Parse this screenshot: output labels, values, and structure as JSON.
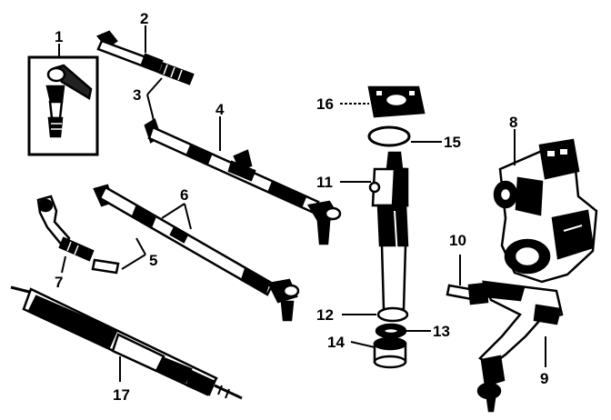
{
  "callouts": {
    "c1": "1",
    "c2": "2",
    "c3": "3",
    "c4": "4",
    "c5": "5",
    "c6": "6",
    "c7": "7",
    "c8": "8",
    "c9": "9",
    "c10": "10",
    "c11": "11",
    "c12": "12",
    "c13": "13",
    "c14": "14",
    "c15": "15",
    "c16": "16",
    "c17": "17"
  },
  "colors": {
    "ink": "#000000",
    "paper": "#ffffff"
  }
}
